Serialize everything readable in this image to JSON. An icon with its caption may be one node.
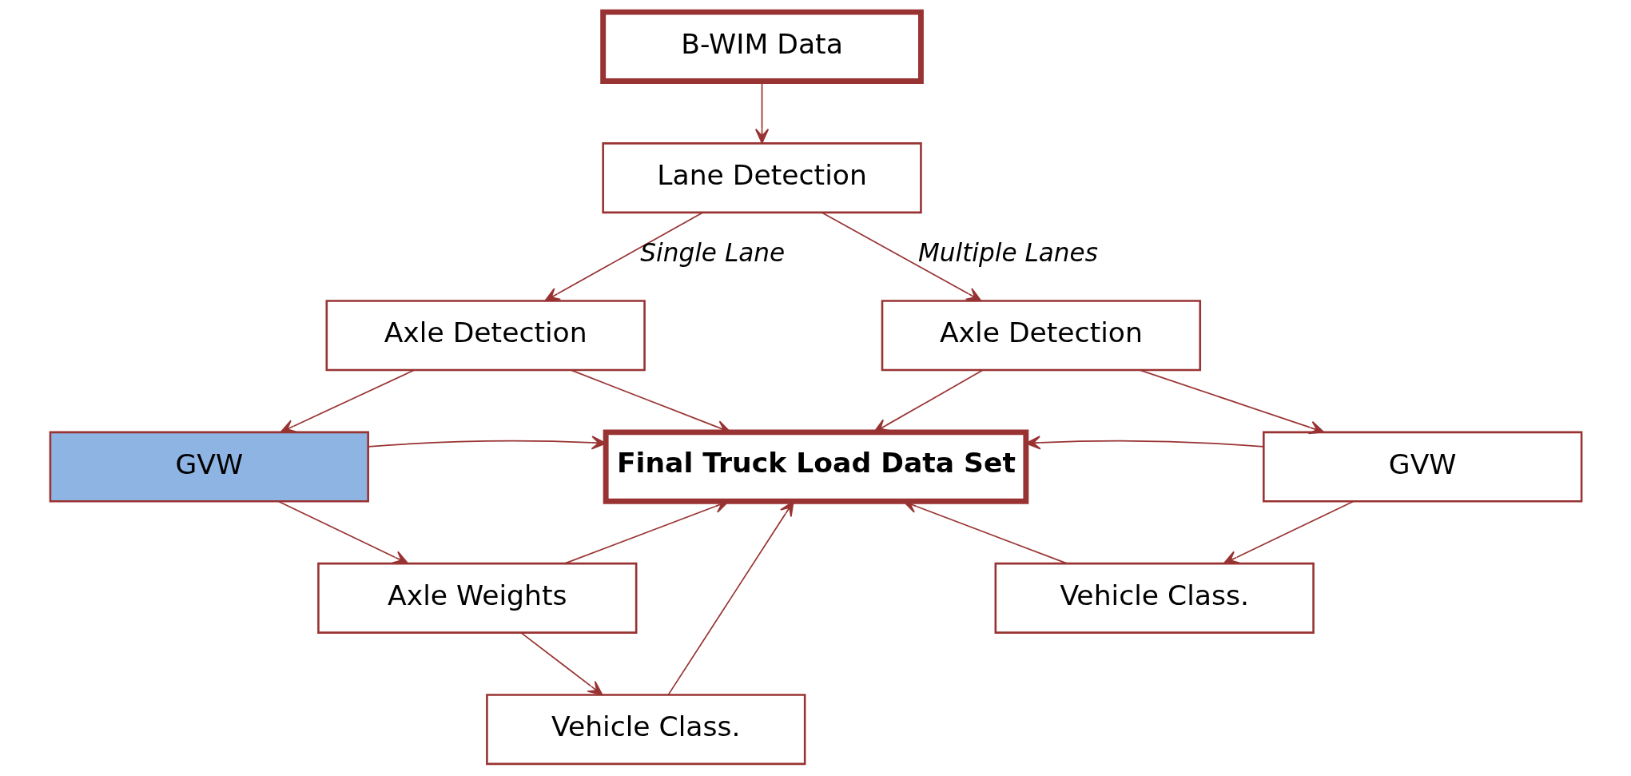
{
  "diagram": {
    "nodes": [
      {
        "text": [
          "B-WIM Data"
        ]
      },
      {
        "text": [
          "Lane Detection"
        ]
      },
      {
        "text": [
          "Axle Detection"
        ]
      },
      {
        "text": [
          "GVW"
        ]
      },
      {
        "text": [
          "Axle Weights"
        ]
      },
      {
        "text": [
          "Vehicle Class."
        ]
      },
      {
        "text": [
          "Final Truck Load Data Set"
        ]
      },
      {
        "text": [
          "Axle Detection"
        ]
      },
      {
        "text": [
          "GVW"
        ]
      },
      {
        "text": [
          "Vehicle Class."
        ]
      }
    ],
    "edges": [
      {
        "from": 0,
        "to": 1,
        "arrow": "to"
      },
      {
        "from": 1,
        "to": 2,
        "arrow": "to",
        "label": "Single Lane"
      },
      {
        "from": 1,
        "to": 7,
        "arrow": "to",
        "label": "Multiple Lanes"
      },
      {
        "from": 2,
        "to": 3,
        "arrow": "to"
      },
      {
        "from": 3,
        "to": 4,
        "arrow": "to"
      },
      {
        "from": 4,
        "to": 5,
        "arrow": "to"
      },
      {
        "from": 2,
        "to": 6,
        "arrow": "to"
      },
      {
        "from": 3,
        "to": 6,
        "arrow": "to"
      },
      {
        "from": 4,
        "to": 6,
        "arrow": "to"
      },
      {
        "from": 5,
        "to": 6,
        "arrow": "to"
      },
      {
        "from": 7,
        "to": 8,
        "arrow": "to"
      },
      {
        "from": 8,
        "to": 9,
        "arrow": "to"
      },
      {
        "from": 7,
        "to": 6,
        "arrow": "to"
      },
      {
        "from": 8,
        "to": 6,
        "arrow": "to"
      },
      {
        "from": 9,
        "to": 6,
        "arrow": "to"
      }
    ]
  }
}
